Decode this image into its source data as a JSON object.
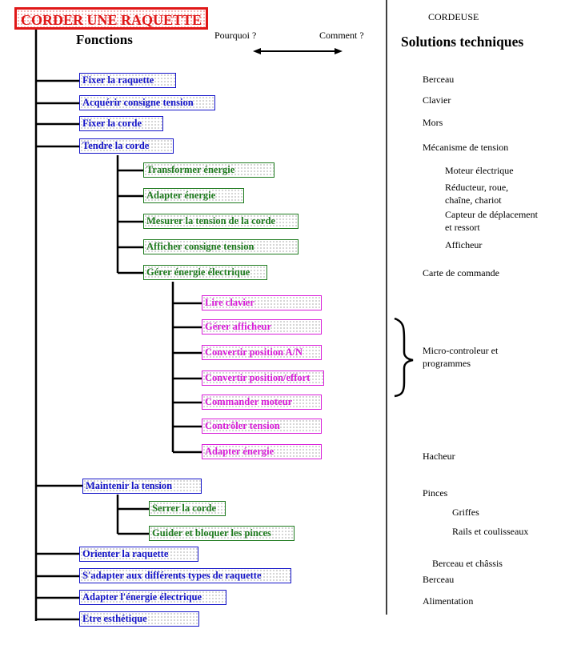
{
  "title": "CORDER UNE RAQUETTE",
  "headers": {
    "fonctions": "Fonctions",
    "pourquoi": "Pourquoi ?",
    "comment": "Comment ?",
    "cordeuse": "CORDEUSE",
    "solutions": "Solutions techniques"
  },
  "functions": [
    {
      "label": "Fixer la raquette"
    },
    {
      "label": "Acquérir consigne tension"
    },
    {
      "label": "Fixer la corde"
    },
    {
      "label": "Tendre la corde",
      "children": [
        {
          "label": "Transformer énergie"
        },
        {
          "label": "Adapter énergie"
        },
        {
          "label": "Mesurer la tension de la corde"
        },
        {
          "label": "Afficher consigne tension"
        },
        {
          "label": "Gérer énergie électrique",
          "children": [
            {
              "label": "Lire clavier"
            },
            {
              "label": "Gérer afficheur"
            },
            {
              "label": "Convertir position  A/N"
            },
            {
              "label": "Convertir position/effort"
            },
            {
              "label": "Commander moteur"
            },
            {
              "label": "Contrôler tension"
            },
            {
              "label": "Adapter énergie"
            }
          ]
        }
      ]
    },
    {
      "label": "Maintenir la tension",
      "children": [
        {
          "label": "Serrer la corde"
        },
        {
          "label": "Guider et bloquer les pinces"
        }
      ]
    },
    {
      "label": "Orienter la raquette"
    },
    {
      "label": "S'adapter aux différents types de raquette"
    },
    {
      "label": "Adapter l'énergie électrique"
    },
    {
      "label": "Etre esthétique"
    }
  ],
  "solutions": [
    "Berceau",
    "Clavier",
    "Mors",
    "Mécanisme de tension",
    "Moteur électrique",
    "Réducteur, roue,",
    "chaîne, chariot",
    "Capteur de déplacement",
    "et ressort",
    "Afficheur",
    "Carte de commande",
    "Micro-controleur et",
    "programmes",
    "Hacheur",
    "Pinces",
    "Griffes",
    "Rails et coulisseaux",
    "Berceau et châssis",
    "Berceau",
    "Alimentation"
  ],
  "colors": {
    "level1": "#1414c8",
    "level2": "#1e7a1e",
    "level3": "#d81cd8",
    "title": "#e01818"
  }
}
